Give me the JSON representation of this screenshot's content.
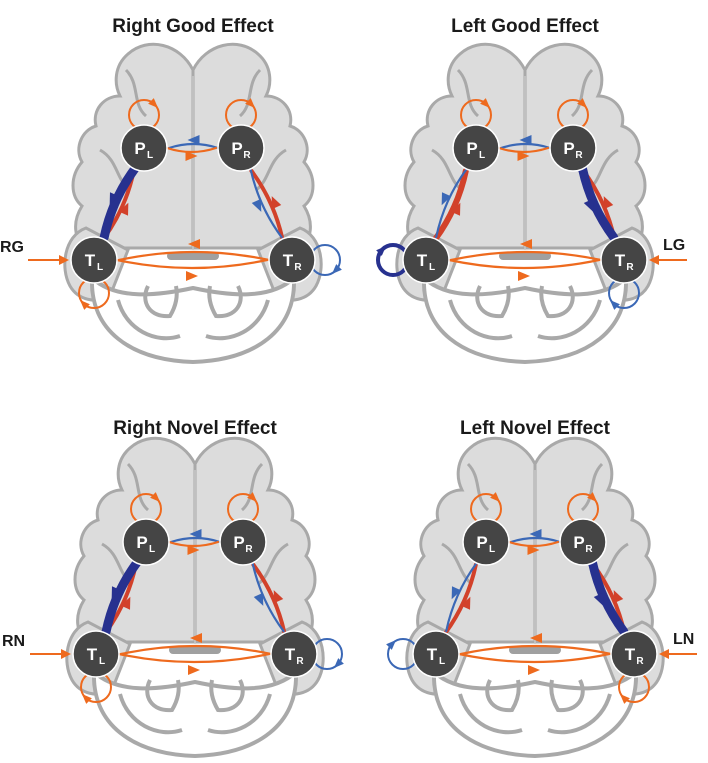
{
  "colors": {
    "orange": "#ee6a1e",
    "red": "#d2412a",
    "blue": "#3b68b6",
    "navy": "#27318f",
    "node": "#454545",
    "brain_fill": "#dcdcdc",
    "brain_stroke": "#a9a9a9"
  },
  "panels": [
    {
      "title": "Right Good Effect",
      "input_label": "RG",
      "input_side": "left",
      "nodes": {
        "PL": {
          "main": "P",
          "sub": "L"
        },
        "PR": {
          "main": "P",
          "sub": "R"
        },
        "TL": {
          "main": "T",
          "sub": "L"
        },
        "TR": {
          "main": "T",
          "sub": "R"
        }
      },
      "edges": [
        {
          "from": "PR",
          "to": "PL",
          "color": "blue",
          "strength": 1
        },
        {
          "from": "PL",
          "to": "PR",
          "color": "orange",
          "strength": 1
        },
        {
          "from": "TL",
          "to": "PL",
          "color": "red",
          "strength": 2
        },
        {
          "from": "PL",
          "to": "TL",
          "color": "navy",
          "strength": 4
        },
        {
          "from": "TR",
          "to": "PR",
          "color": "red",
          "strength": 2
        },
        {
          "from": "PR",
          "to": "TR",
          "color": "blue",
          "strength": 1
        },
        {
          "from": "TR",
          "to": "TL",
          "color": "orange",
          "strength": 1
        },
        {
          "from": "TL",
          "to": "TR",
          "color": "orange",
          "strength": 1
        }
      ],
      "self_loops": [
        {
          "node": "PL",
          "color": "orange",
          "position": "top"
        },
        {
          "node": "PR",
          "color": "orange",
          "position": "top"
        },
        {
          "node": "TL",
          "color": "orange",
          "position": "bottom"
        },
        {
          "node": "TR",
          "color": "blue",
          "position": "right"
        }
      ]
    },
    {
      "title": "Left Good Effect",
      "input_label": "LG",
      "input_side": "right",
      "nodes": {
        "PL": {
          "main": "P",
          "sub": "L"
        },
        "PR": {
          "main": "P",
          "sub": "R"
        },
        "TL": {
          "main": "T",
          "sub": "L"
        },
        "TR": {
          "main": "T",
          "sub": "R"
        }
      },
      "edges": [
        {
          "from": "PR",
          "to": "PL",
          "color": "blue",
          "strength": 1
        },
        {
          "from": "PL",
          "to": "PR",
          "color": "orange",
          "strength": 1
        },
        {
          "from": "TL",
          "to": "PL",
          "color": "red",
          "strength": 3
        },
        {
          "from": "PL",
          "to": "TL",
          "color": "blue",
          "strength": 1
        },
        {
          "from": "TR",
          "to": "PR",
          "color": "red",
          "strength": 2
        },
        {
          "from": "PR",
          "to": "TR",
          "color": "navy",
          "strength": 4
        },
        {
          "from": "TR",
          "to": "TL",
          "color": "orange",
          "strength": 1
        },
        {
          "from": "TL",
          "to": "TR",
          "color": "orange",
          "strength": 1
        }
      ],
      "self_loops": [
        {
          "node": "PL",
          "color": "orange",
          "position": "top"
        },
        {
          "node": "PR",
          "color": "orange",
          "position": "top"
        },
        {
          "node": "TL",
          "color": "navy",
          "position": "left"
        },
        {
          "node": "TR",
          "color": "blue",
          "position": "bottom"
        }
      ]
    },
    {
      "title": "Right Novel Effect",
      "input_label": "RN",
      "input_side": "left",
      "nodes": {
        "PL": {
          "main": "P",
          "sub": "L"
        },
        "PR": {
          "main": "P",
          "sub": "R"
        },
        "TL": {
          "main": "T",
          "sub": "L"
        },
        "TR": {
          "main": "T",
          "sub": "R"
        }
      },
      "edges": [
        {
          "from": "PR",
          "to": "PL",
          "color": "blue",
          "strength": 1
        },
        {
          "from": "PL",
          "to": "PR",
          "color": "orange",
          "strength": 1
        },
        {
          "from": "TL",
          "to": "PL",
          "color": "red",
          "strength": 2
        },
        {
          "from": "PL",
          "to": "TL",
          "color": "navy",
          "strength": 4
        },
        {
          "from": "TR",
          "to": "PR",
          "color": "red",
          "strength": 2
        },
        {
          "from": "PR",
          "to": "TR",
          "color": "blue",
          "strength": 1
        },
        {
          "from": "TR",
          "to": "TL",
          "color": "orange",
          "strength": 1
        },
        {
          "from": "TL",
          "to": "TR",
          "color": "orange",
          "strength": 1
        }
      ],
      "self_loops": [
        {
          "node": "PL",
          "color": "orange",
          "position": "top"
        },
        {
          "node": "PR",
          "color": "orange",
          "position": "top"
        },
        {
          "node": "TL",
          "color": "orange",
          "position": "bottom"
        },
        {
          "node": "TR",
          "color": "blue",
          "position": "right"
        }
      ]
    },
    {
      "title": "Left Novel Effect",
      "input_label": "LN",
      "input_side": "right",
      "nodes": {
        "PL": {
          "main": "P",
          "sub": "L"
        },
        "PR": {
          "main": "P",
          "sub": "R"
        },
        "TL": {
          "main": "T",
          "sub": "L"
        },
        "TR": {
          "main": "T",
          "sub": "R"
        }
      },
      "edges": [
        {
          "from": "PR",
          "to": "PL",
          "color": "blue",
          "strength": 1
        },
        {
          "from": "PL",
          "to": "PR",
          "color": "orange",
          "strength": 1
        },
        {
          "from": "TL",
          "to": "PL",
          "color": "red",
          "strength": 2
        },
        {
          "from": "PL",
          "to": "TL",
          "color": "blue",
          "strength": 1
        },
        {
          "from": "TR",
          "to": "PR",
          "color": "red",
          "strength": 2
        },
        {
          "from": "PR",
          "to": "TR",
          "color": "navy",
          "strength": 4
        },
        {
          "from": "TR",
          "to": "TL",
          "color": "orange",
          "strength": 1
        },
        {
          "from": "TL",
          "to": "TR",
          "color": "orange",
          "strength": 1
        }
      ],
      "self_loops": [
        {
          "node": "PL",
          "color": "orange",
          "position": "top"
        },
        {
          "node": "PR",
          "color": "orange",
          "position": "top"
        },
        {
          "node": "TL",
          "color": "blue",
          "position": "left"
        },
        {
          "node": "TR",
          "color": "orange",
          "position": "bottom"
        }
      ]
    }
  ]
}
